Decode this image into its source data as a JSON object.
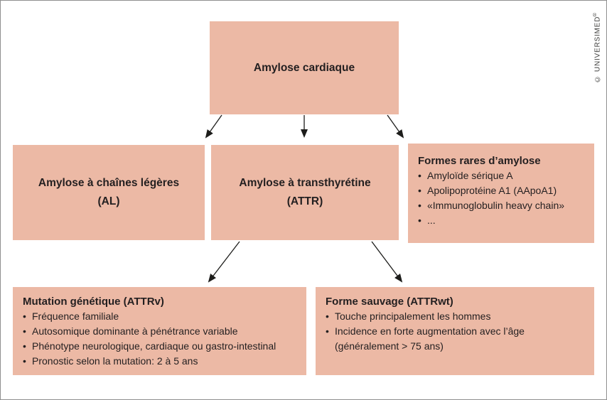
{
  "bullet_char": "•",
  "colors": {
    "box_fill": "#ecb9a5",
    "text": "#231f20",
    "frame": "#8f8f8f",
    "arrow": "#1d1d1b"
  },
  "watermark": {
    "copyright": "© UNIVERSIMED",
    "reg": "®"
  },
  "nodes": {
    "root": {
      "label": "Amylose cardiaque"
    },
    "al": {
      "line1": "Amylose à chaînes légères",
      "line2": "(AL)"
    },
    "attr": {
      "line1": "Amylose à transthyrétine",
      "line2": "(ATTR)"
    },
    "rare": {
      "title": "Formes rares d’amylose",
      "items": [
        "Amyloïde sérique A",
        "Apolipoprotéine A1 (AApoA1)",
        "«Immunoglobulin heavy chain»",
        "..."
      ]
    },
    "attrv": {
      "title": "Mutation génétique (ATTRv)",
      "items": [
        "Fréquence familiale",
        "Autosomique dominante à pénétrance variable",
        "Phénotype neurologique, cardiaque ou gastro-intestinal",
        "Pronostic selon la mutation: 2 à 5 ans"
      ]
    },
    "attrwt": {
      "title": "Forme sauvage (ATTRwt)",
      "items": [
        "Touche principalement les hommes",
        "Incidence en forte augmentation avec l’âge (généralement > 75 ans)"
      ]
    }
  }
}
